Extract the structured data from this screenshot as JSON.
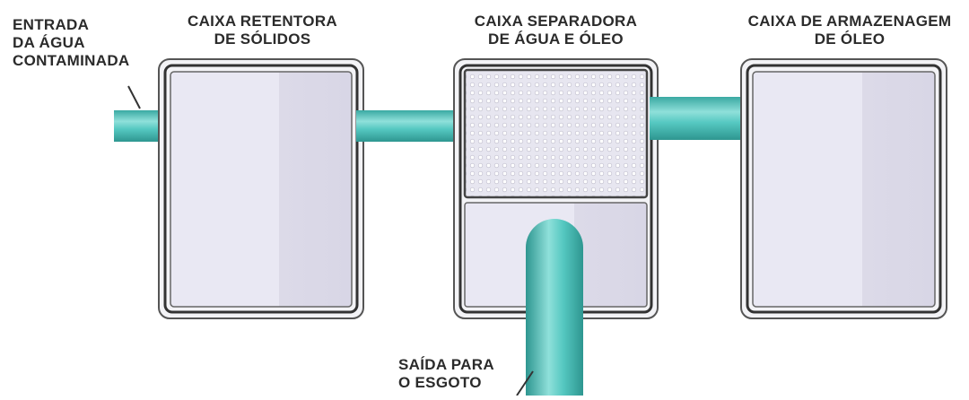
{
  "labels": {
    "inlet": [
      "ENTRADA",
      "DA ÁGUA",
      "CONTAMINADA"
    ],
    "solids_box": [
      "CAIXA RETENTORA",
      "DE SÓLIDOS"
    ],
    "separator_box": [
      "CAIXA SEPARADORA",
      "DE ÁGUA E ÓLEO"
    ],
    "storage_box": [
      "CAIXA DE ARMAZENAGEM",
      "DE ÓLEO"
    ],
    "outlet": [
      "SAÍDA PARA",
      "O ESGOTO"
    ]
  },
  "colors": {
    "pipe": "#4fc4bd",
    "pipe_dark": "#2f9a94",
    "pipe_light": "#9ee3de",
    "box_fill": "#e4e2ef",
    "box_fill_light": "#eeedf6",
    "box_frame": "#555555",
    "text": "#2b2b2b"
  }
}
